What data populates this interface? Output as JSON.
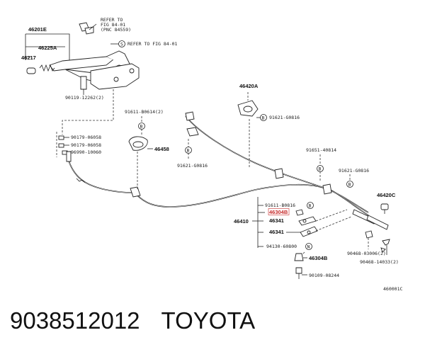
{
  "diagram": {
    "labels": {
      "p46201e": "46201E",
      "p46225a": "46225A",
      "p46217": "46217",
      "ref_fig_top": "REFER TO",
      "ref_fig_top2": "FIG 84-01",
      "ref_fig_top3": "(PNC 84559)",
      "ref_fig_s": "REFER TO FIG 84-01",
      "p90119": "90119-12262(2)",
      "p46420a": "46420A",
      "p91621_top": "91621-G0816",
      "p91611_left": "91611-B0614(2)",
      "p46458": "46458",
      "p90179_a": "90179-06058",
      "p90179_b": "90179-06058",
      "p96990": "96990-10060",
      "p91621_mid": "91621-G0816",
      "p91651": "91651-40814",
      "p91621_right": "91621-G0816",
      "p46420c": "46420C",
      "p91611_b": "91611-B0816",
      "p46304b_hl": "46304B",
      "p46341_a": "46341",
      "p46410": "46410",
      "p46341_b": "46341",
      "p94130": "94130-60800",
      "p46304b": "46304B",
      "p90109": "90109-08244",
      "p90468_a": "90468-03006(2)",
      "p90468_b": "90468-14033(2)",
      "fig_code": "460001C",
      "b": "B",
      "s": "S",
      "n": "N"
    },
    "colors": {
      "highlight": "#c62828",
      "ink": "#222222"
    }
  },
  "footer": {
    "part_number": "9038512012",
    "brand": "TOYOTA"
  }
}
